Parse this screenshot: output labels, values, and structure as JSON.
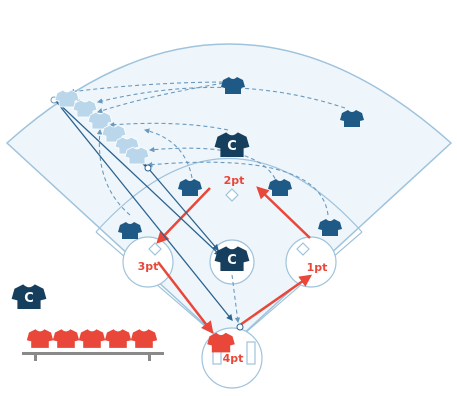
{
  "colors": {
    "field_fill": "#eef6fb",
    "field_stroke": "#9fc3dc",
    "home_team": "#1f5a86",
    "home_team_dark": "#163f5e",
    "ghost_team": "#b9d6ea",
    "away_team": "#e8473a",
    "scoring_path": "#e8473a",
    "throw_line": "#2a6391",
    "dashed_path": "#6a99bf",
    "bench": "#8a8a8a"
  },
  "captain_mark": "C",
  "score_labels": {
    "first_base": "1pt",
    "second_base": "2pt",
    "third_base": "3pt",
    "home_plate": "4pt"
  },
  "icons": {
    "jersey": "jersey-icon",
    "captain_jersey": "captain-jersey-icon",
    "ball": "ball-icon"
  }
}
